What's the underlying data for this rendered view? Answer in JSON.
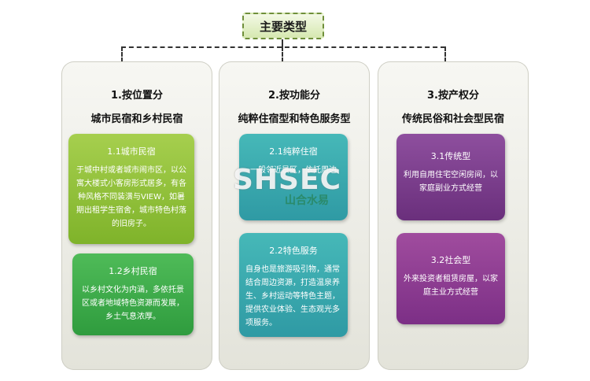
{
  "root": {
    "label": "主要类型"
  },
  "panels": [
    {
      "heading": "1.按位置分",
      "subheading": "城市民宿和乡村民宿",
      "cards": [
        {
          "title": "1.1城市民宿",
          "text": "于城中村或者城市闹市区，以公寓大楼式小客房形式居多，有各种风格不同装潢与VIEW，如暑期出租学生宿舍，城市特色村落的旧房子。"
        },
        {
          "title": "1.2乡村民宿",
          "text": "以乡村文化为内涵，多依托景区或者地域特色资源而发展，乡土气息浓厚。"
        }
      ]
    },
    {
      "heading": "2.按功能分",
      "subheading": "纯粹住宿型和特色服务型",
      "cards": [
        {
          "title": "2.1纯粹住宿",
          "text": "一般邻近景区，依托周边"
        },
        {
          "title": "2.2特色服务",
          "text": "自身也是旅游吸引物，通常结合周边资源，打造温泉养生、乡村运动等特色主题，提供农业体验、生态观光多项服务。"
        }
      ]
    },
    {
      "heading": "3.按产权分",
      "subheading": "传统民俗和社会型民宿",
      "cards": [
        {
          "title": "3.1传统型",
          "text": "利用自用住宅空闲房间，以家庭副业方式经营"
        },
        {
          "title": "3.2社会型",
          "text": "外来投资者租赁房屋，以家庭主业方式经营"
        }
      ]
    }
  ],
  "watermark": {
    "logo": "SHSEC",
    "chinese": "山合水易"
  },
  "colors": {
    "green": "#8fc03a",
    "green_dark": "#3aaa4a",
    "teal": "#3aa9ad",
    "purple": "#7a3a8a",
    "panel": "#ebebe4",
    "root_border": "#6f8f3a"
  }
}
